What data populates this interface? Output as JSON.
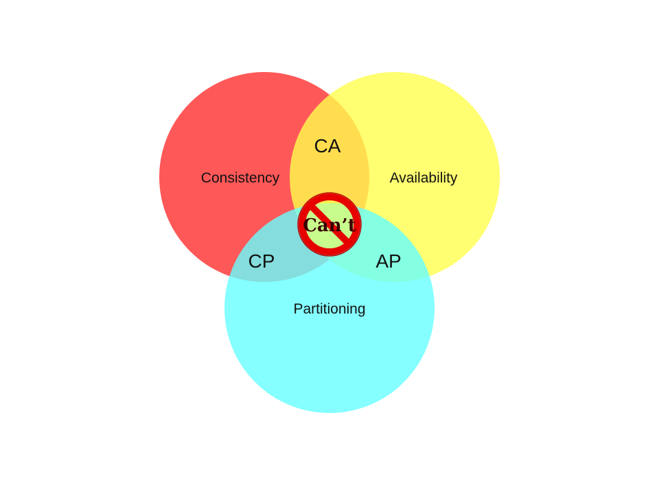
{
  "sets": {
    "consistency": {
      "label": "Consistency",
      "color": "#ff3b3b"
    },
    "availability": {
      "label": "Availability",
      "color": "#ffff4d"
    },
    "partitioning": {
      "label": "Partitioning",
      "color": "#66ffff"
    }
  },
  "intersections": {
    "ca": "CA",
    "cp": "CP",
    "ap": "AP"
  },
  "center": {
    "label": "Can’t",
    "sign_color": "#e60000"
  }
}
